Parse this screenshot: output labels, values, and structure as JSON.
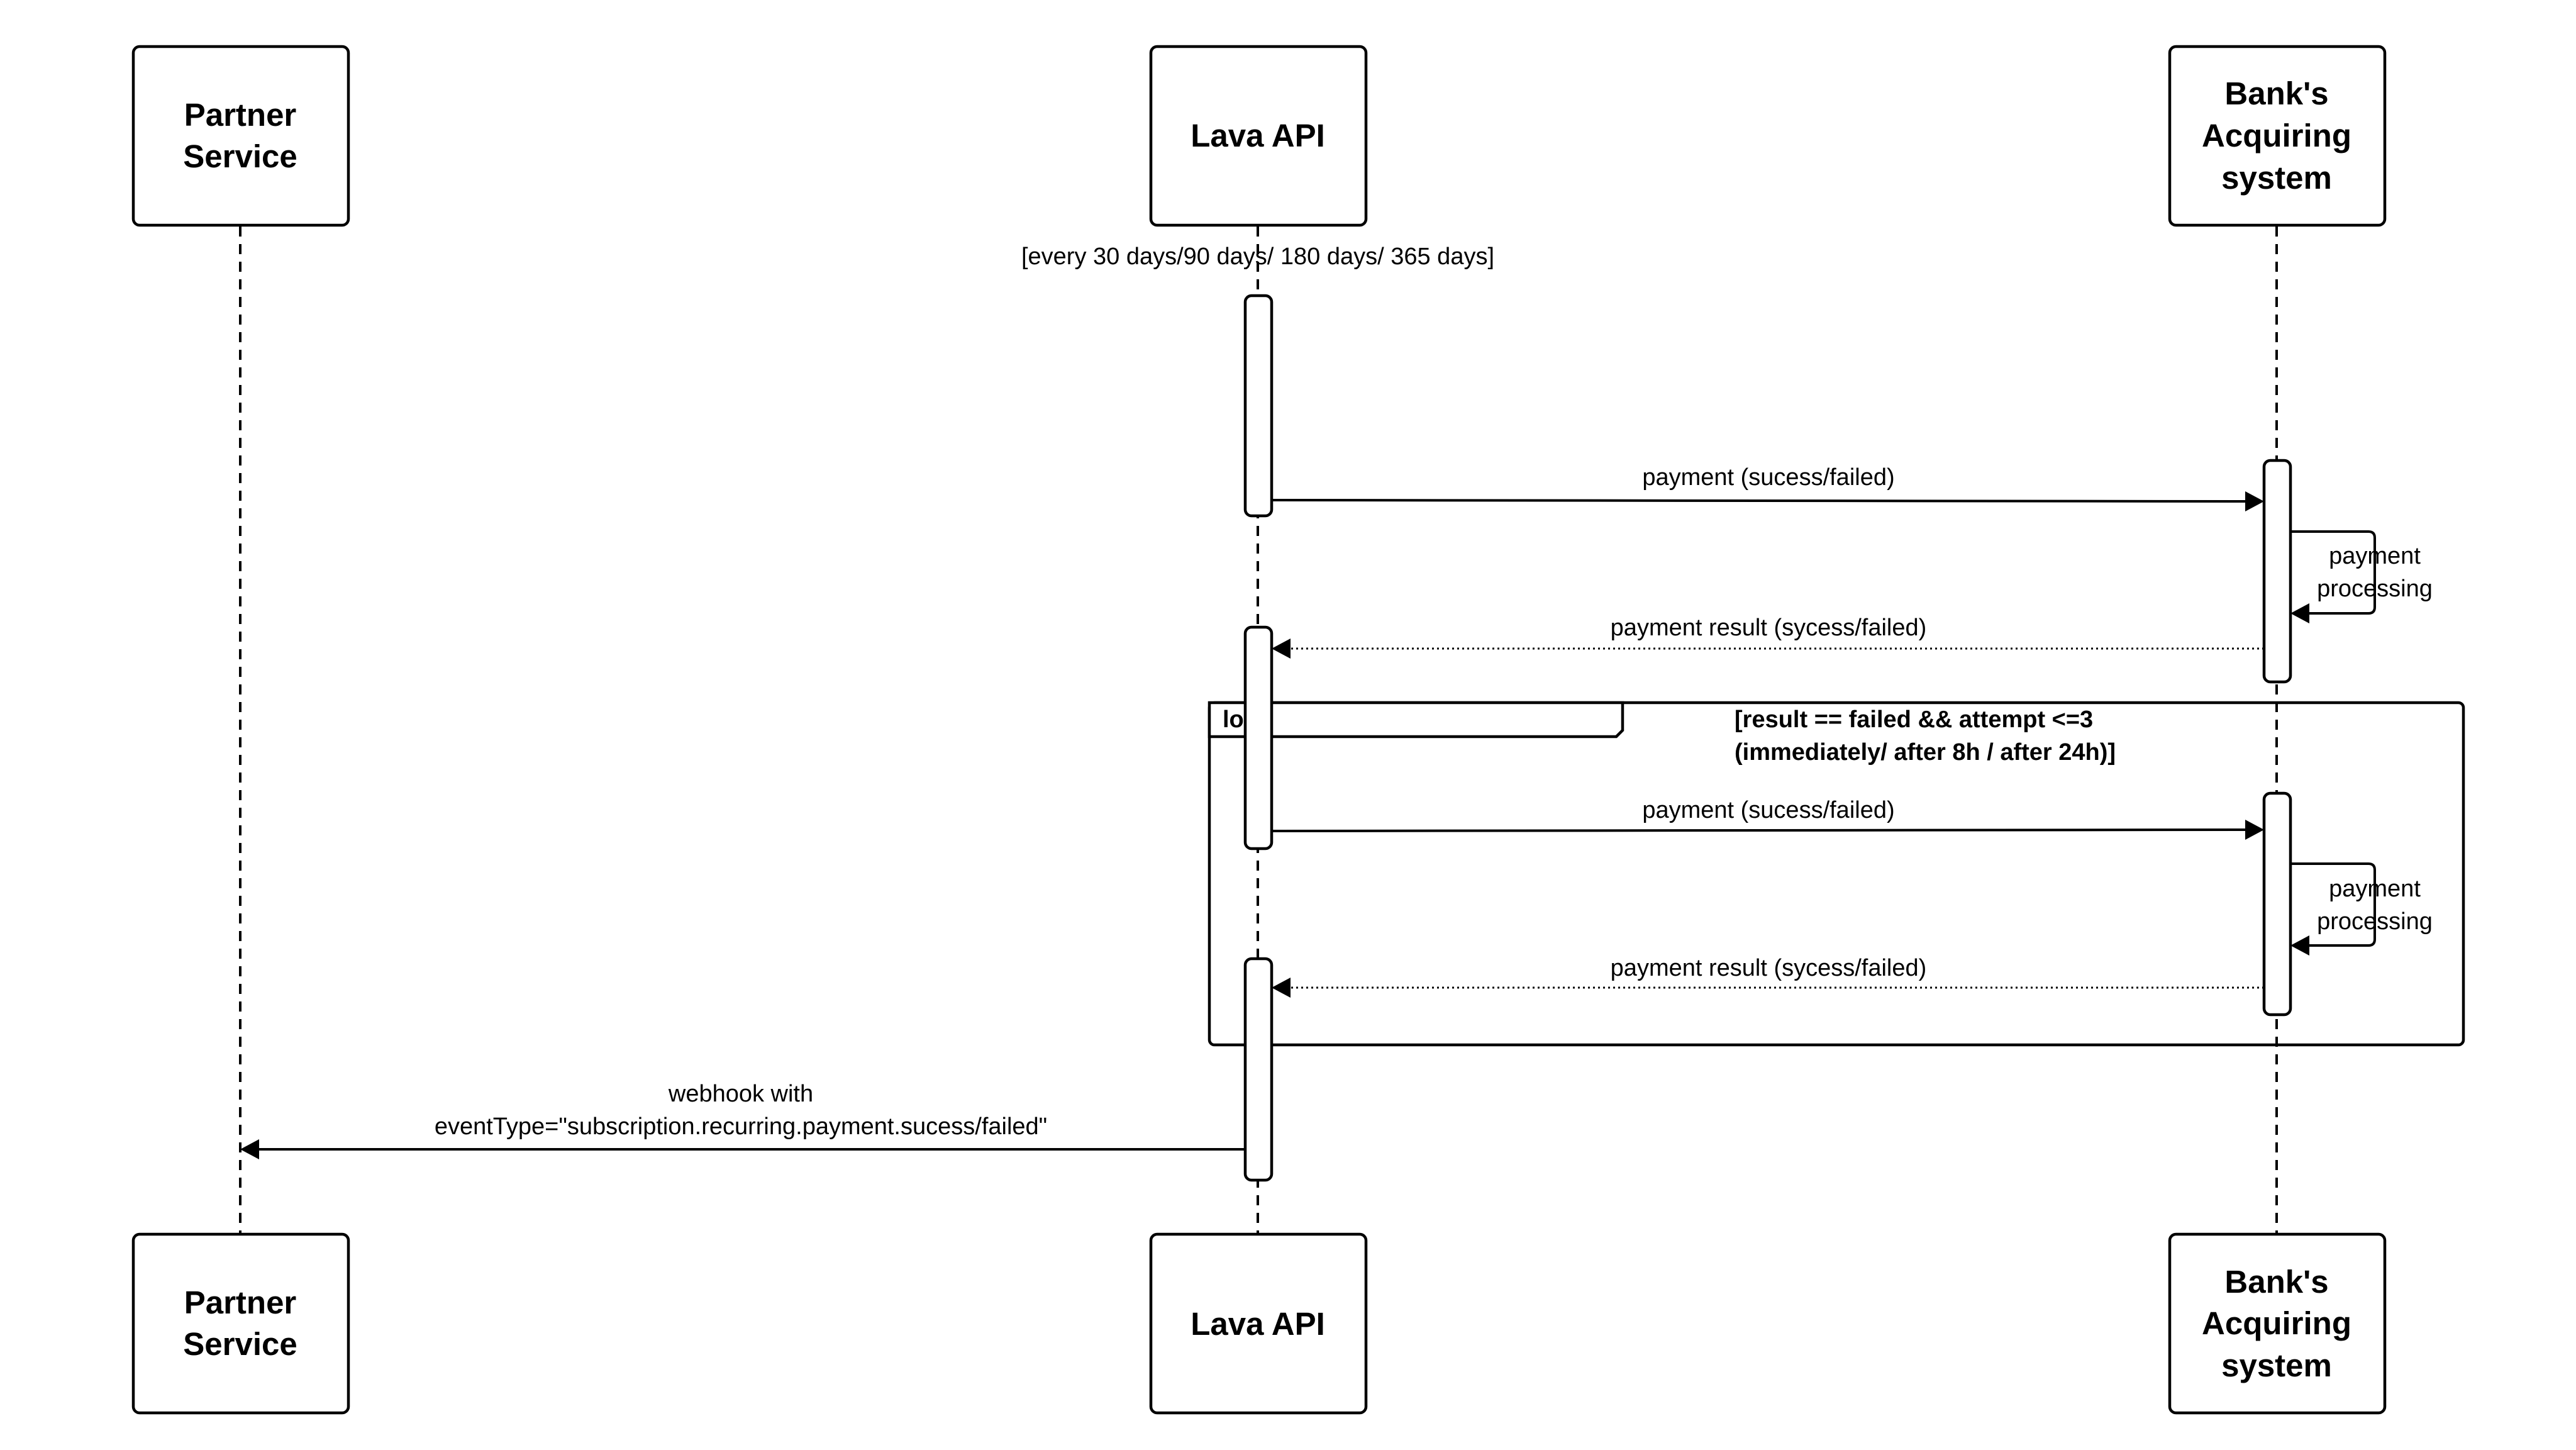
{
  "participants": [
    {
      "id": "partner",
      "lines": [
        "Partner",
        "Service"
      ]
    },
    {
      "id": "lava",
      "lines": [
        "Lava API"
      ]
    },
    {
      "id": "bank",
      "lines": [
        "Bank's",
        "Acquiring",
        "system"
      ]
    }
  ],
  "guard_top": "[every 30 days/90 days/ 180 days/ 365 days]",
  "messages": {
    "m1": "payment (sucess/failed)",
    "self1": [
      "payment",
      "processing"
    ],
    "m2": "payment result (sycess/failed)",
    "m3": "payment (sucess/failed)",
    "self2": [
      "payment",
      "processing"
    ],
    "m4": "payment result (sycess/failed)",
    "webhook": [
      "webhook with",
      "eventType=\"subscription.recurring.payment.sucess/failed\""
    ]
  },
  "loop": {
    "tag": "loop",
    "condition": [
      "[result == failed && attempt <=3",
      "(immediately/ after 8h / after 24h)]"
    ]
  }
}
